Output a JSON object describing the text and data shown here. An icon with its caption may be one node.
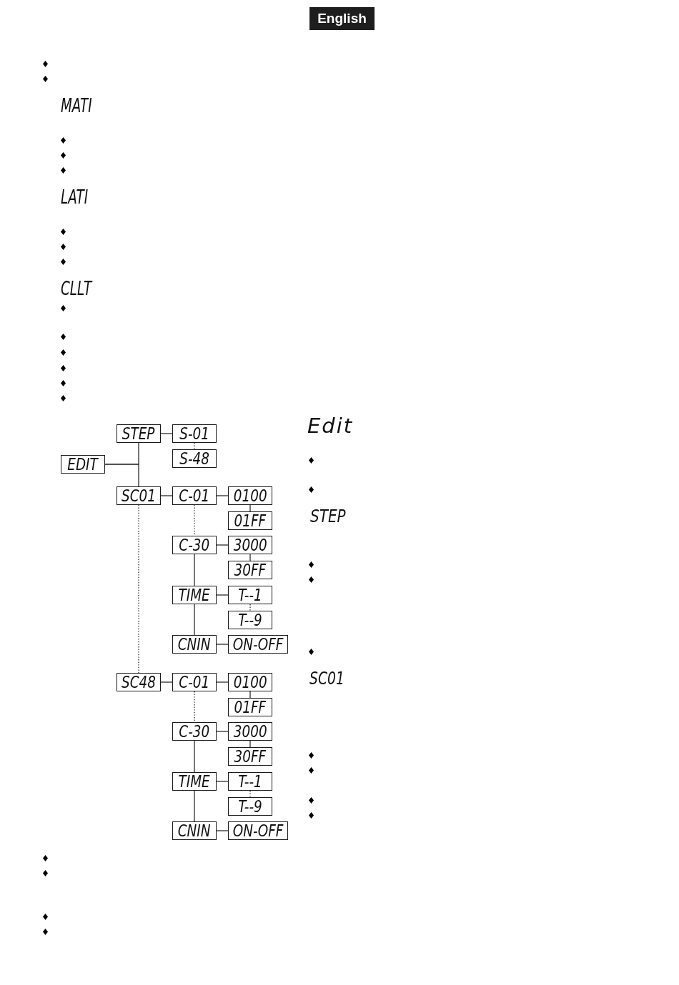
{
  "diagram": {
    "nodes": [
      {
        "text": [
          "EDIT"
        ]
      },
      {
        "text": [
          "STEP"
        ]
      },
      {
        "text": [
          "S-01"
        ]
      },
      {
        "text": [
          "S-48"
        ]
      },
      {
        "text": [
          "SC01"
        ]
      },
      {
        "text": [
          "C-01"
        ]
      },
      {
        "text": [
          "0100"
        ]
      },
      {
        "text": [
          "01FF"
        ]
      },
      {
        "text": [
          "C-30"
        ]
      },
      {
        "text": [
          "3000"
        ]
      },
      {
        "text": [
          "30FF"
        ]
      },
      {
        "text": [
          "TIME"
        ]
      },
      {
        "text": [
          "T--1"
        ]
      },
      {
        "text": [
          "T--9"
        ]
      },
      {
        "text": [
          "CNIN"
        ]
      },
      {
        "text": [
          "ON-OFF"
        ]
      },
      {
        "text": [
          "SC48"
        ]
      },
      {
        "text": [
          "C-01"
        ]
      },
      {
        "text": [
          "0100"
        ]
      },
      {
        "text": [
          "01FF"
        ]
      },
      {
        "text": [
          "C-30"
        ]
      },
      {
        "text": [
          "3000"
        ]
      },
      {
        "text": [
          "30FF"
        ]
      },
      {
        "text": [
          "TIME"
        ]
      },
      {
        "text": [
          "T--1"
        ]
      },
      {
        "text": [
          "T--9"
        ]
      },
      {
        "text": [
          "CNIN"
        ]
      },
      {
        "text": [
          "ON-OFF"
        ]
      }
    ],
    "edges": [
      {
        "from": 0,
        "to": 1,
        "arrow": "none"
      },
      {
        "from": 0,
        "to": 4,
        "arrow": "none"
      },
      {
        "from": 1,
        "to": 2,
        "arrow": "none"
      },
      {
        "from": 2,
        "to": 3,
        "arrow": "none",
        "style": "dashed"
      },
      {
        "from": 4,
        "to": 16,
        "arrow": "none",
        "style": "dashed"
      },
      {
        "from": 4,
        "to": 5,
        "arrow": "none"
      },
      {
        "from": 5,
        "to": 6,
        "arrow": "none"
      },
      {
        "from": 6,
        "to": 7,
        "arrow": "none"
      },
      {
        "from": 5,
        "to": 8,
        "arrow": "none",
        "style": "dashed"
      },
      {
        "from": 8,
        "to": 9,
        "arrow": "none"
      },
      {
        "from": 9,
        "to": 10,
        "arrow": "none"
      },
      {
        "from": 8,
        "to": 11,
        "arrow": "none"
      },
      {
        "from": 11,
        "to": 12,
        "arrow": "none"
      },
      {
        "from": 12,
        "to": 13,
        "arrow": "none",
        "style": "dashed"
      },
      {
        "from": 11,
        "to": 14,
        "arrow": "none"
      },
      {
        "from": 14,
        "to": 15,
        "arrow": "none"
      },
      {
        "from": 16,
        "to": 17,
        "arrow": "none"
      },
      {
        "from": 17,
        "to": 18,
        "arrow": "none"
      },
      {
        "from": 18,
        "to": 19,
        "arrow": "none"
      },
      {
        "from": 17,
        "to": 20,
        "arrow": "none",
        "style": "dashed"
      },
      {
        "from": 20,
        "to": 21,
        "arrow": "none"
      },
      {
        "from": 21,
        "to": 22,
        "arrow": "none"
      },
      {
        "from": 20,
        "to": 23,
        "arrow": "none"
      },
      {
        "from": 23,
        "to": 24,
        "arrow": "none"
      },
      {
        "from": 24,
        "to": 25,
        "arrow": "none",
        "style": "dashed"
      },
      {
        "from": 23,
        "to": 26,
        "arrow": "none"
      },
      {
        "from": 26,
        "to": 27,
        "arrow": "none"
      }
    ],
    "labels": [
      "English",
      "MATI",
      "LATI",
      "CLLT",
      "Edit",
      "STEP",
      "SC01"
    ]
  }
}
